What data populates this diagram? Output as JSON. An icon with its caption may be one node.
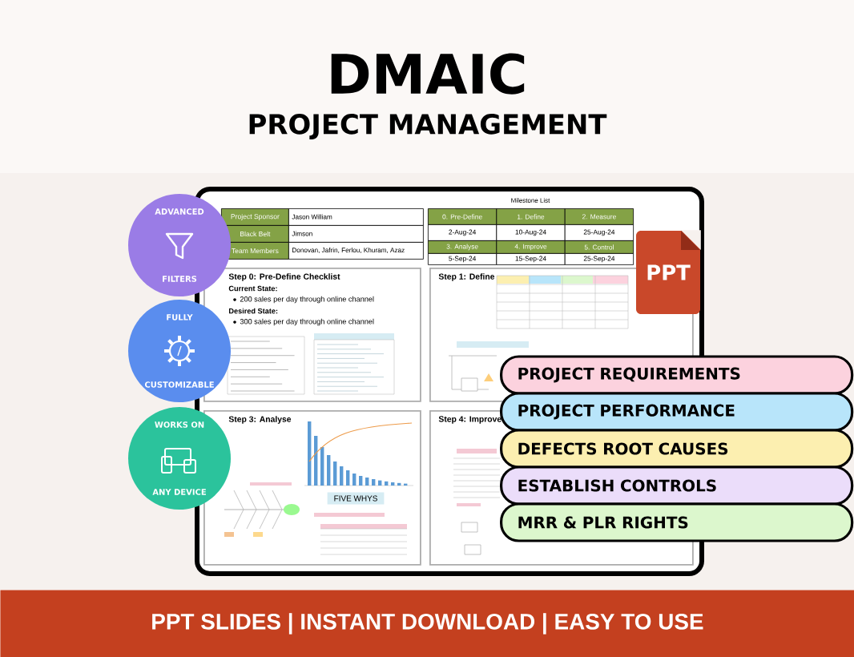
{
  "diagram": {
    "title": "DMAIC",
    "nodes": [
      {
        "text": [
          "ADVANCED",
          "FILTERS"
        ]
      },
      {
        "text": [
          "FULLY",
          "CUSTOMIZABLE"
        ]
      },
      {
        "text": [
          "WORKS ON",
          "ANY DEVICE"
        ]
      },
      {
        "text": [
          "Step 0: Pre-Define Checklist",
          "Current State:",
          "200 sales per day through online channel",
          "Desired State:",
          "300 sales per day through online channel"
        ]
      },
      {
        "text": [
          "PPT"
        ]
      },
      {
        "text": [
          "Step 1: Define"
        ]
      },
      {
        "text": [
          "PROJECT REQUIREMENTS"
        ]
      },
      {
        "text": [
          "PROJECT PERFORMANCE"
        ]
      },
      {
        "text": [
          "Step 3: Analyse",
          "FIVE WHYS"
        ]
      },
      {
        "text": [
          "Step 4: Improve"
        ]
      },
      {
        "text": [
          "DEFECTS ROOT CAUSES"
        ]
      },
      {
        "text": [
          "ESTABLISH CONTROLS"
        ]
      },
      {
        "text": [
          "MRR & PLR RIGHTS"
        ]
      },
      {
        "text": [
          "PPT SLIDES | INSTANT DOWNLOAD | EASY TO USE"
        ]
      }
    ],
    "labels": [
      "PROJECT MANAGEMENT",
      "Project Sponsor",
      "Jason William",
      "Black Belt",
      "Jimson",
      "Team Members",
      "Donovan, Jafrin, Ferlou, Khuram, Azaz",
      "Milestone List",
      "0. Pre-Define",
      "1. Define",
      "2. Measure",
      "2-Aug-24",
      "10-Aug-24",
      "25-Aug-24",
      "3. Analyse",
      "4. Improve",
      "5. Control",
      "5-Sep-24",
      "15-Sep-24",
      "25-Sep-24"
    ]
  }
}
